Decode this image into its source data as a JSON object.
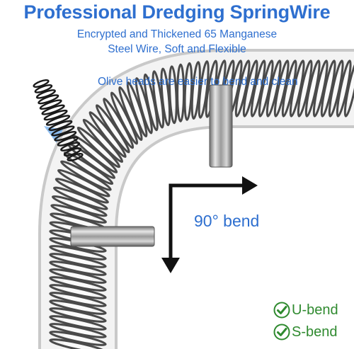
{
  "title": "Professional Dredging SpringWire",
  "subtitle_line1": "Encrypted and Thickened 65 Manganese",
  "subtitle_line2": "Steel Wire, Soft and Flexible",
  "olive_caption": "Olive heads are easier to bend and clean",
  "bend_label": "90° bend",
  "badges": [
    {
      "label": "U-bend",
      "icon": "check-mark-icon"
    },
    {
      "label": "S-bend",
      "icon": "check-mark-icon"
    }
  ],
  "colors": {
    "text_blue": "#2e6fcf",
    "callout_blue": "#6ea7e6",
    "badge_green": "#2f8a2f",
    "arrow": "#111111"
  }
}
